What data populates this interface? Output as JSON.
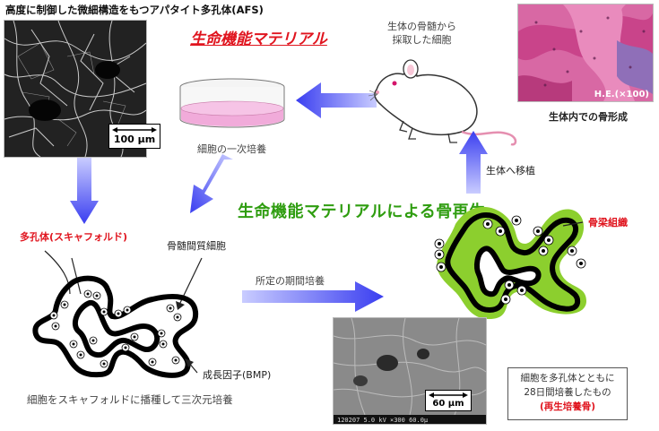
{
  "title": "高度に制御した微細構造をもつアパタイト多孔体(AFS)",
  "subtitle": "生命機能マテリアル",
  "sem_scale": "100 μm",
  "culture_label": "細胞の一次培養",
  "rat_caption": "生体の骨髄から\n採取した細胞",
  "histology_tag": "H.E.(×100)",
  "histology_caption": "生体内での骨形成",
  "transplant_label": "生体へ移植",
  "center_title": "生命機能マテリアルによる骨再生",
  "scaffold_label": "多孔体(スキャフォルド)",
  "marrow_cell_label": "骨髄間質細胞",
  "period_culture_label": "所定の期間培養",
  "bone_tissue_label": "骨梁組織",
  "growth_factor_label": "成長因子(BMP)",
  "seeding_caption": "細胞をスキャフォルドに播種して三次元培養",
  "sem2_scale": "60 μm",
  "sem2_footer": "120207 5.0 kV ×300 60.0μ",
  "note": {
    "line1": "細胞を多孔体とともに",
    "line2": "28日間培養したもの",
    "highlight": "(再生培養骨)"
  },
  "colors": {
    "red": "#e0141e",
    "green": "#2f9d10",
    "arrow_blue": "#3a3ef0",
    "bone_green": "#8ccf2e",
    "dish_pink": "#f0a6d8"
  }
}
